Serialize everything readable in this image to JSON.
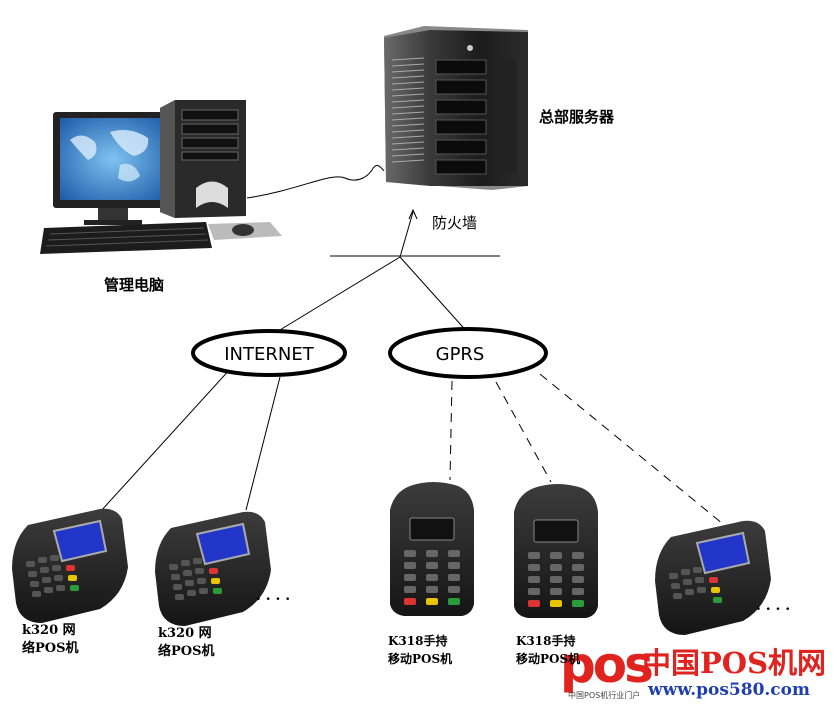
{
  "labels": {
    "server": "总部服务器",
    "firewall": "防火墙",
    "management_pc": "管理电脑",
    "internet": "INTERNET",
    "gprs": "GPRS",
    "pos1_line1": "k320 网",
    "pos1_line2": "络POS机",
    "pos2_line1": "k320 网",
    "pos2_line2": "络POS机",
    "pos3_line1": "K318手持",
    "pos3_line2": "移动POS机",
    "pos4_line1": "K318手持",
    "pos4_line2": "移动POS机",
    "ellipsis_left": ". . . .",
    "ellipsis_right": ". . . ."
  },
  "watermark": {
    "logo": "pos",
    "title": "中国POS机网",
    "url": "www.pos580.com",
    "tagline": "中国POS机行业门户"
  },
  "colors": {
    "watermark_red": "#e0231f",
    "watermark_blue": "#1f3fb0",
    "screen_blue": "#2236c9",
    "monitor_blue": "#3a78c8"
  }
}
